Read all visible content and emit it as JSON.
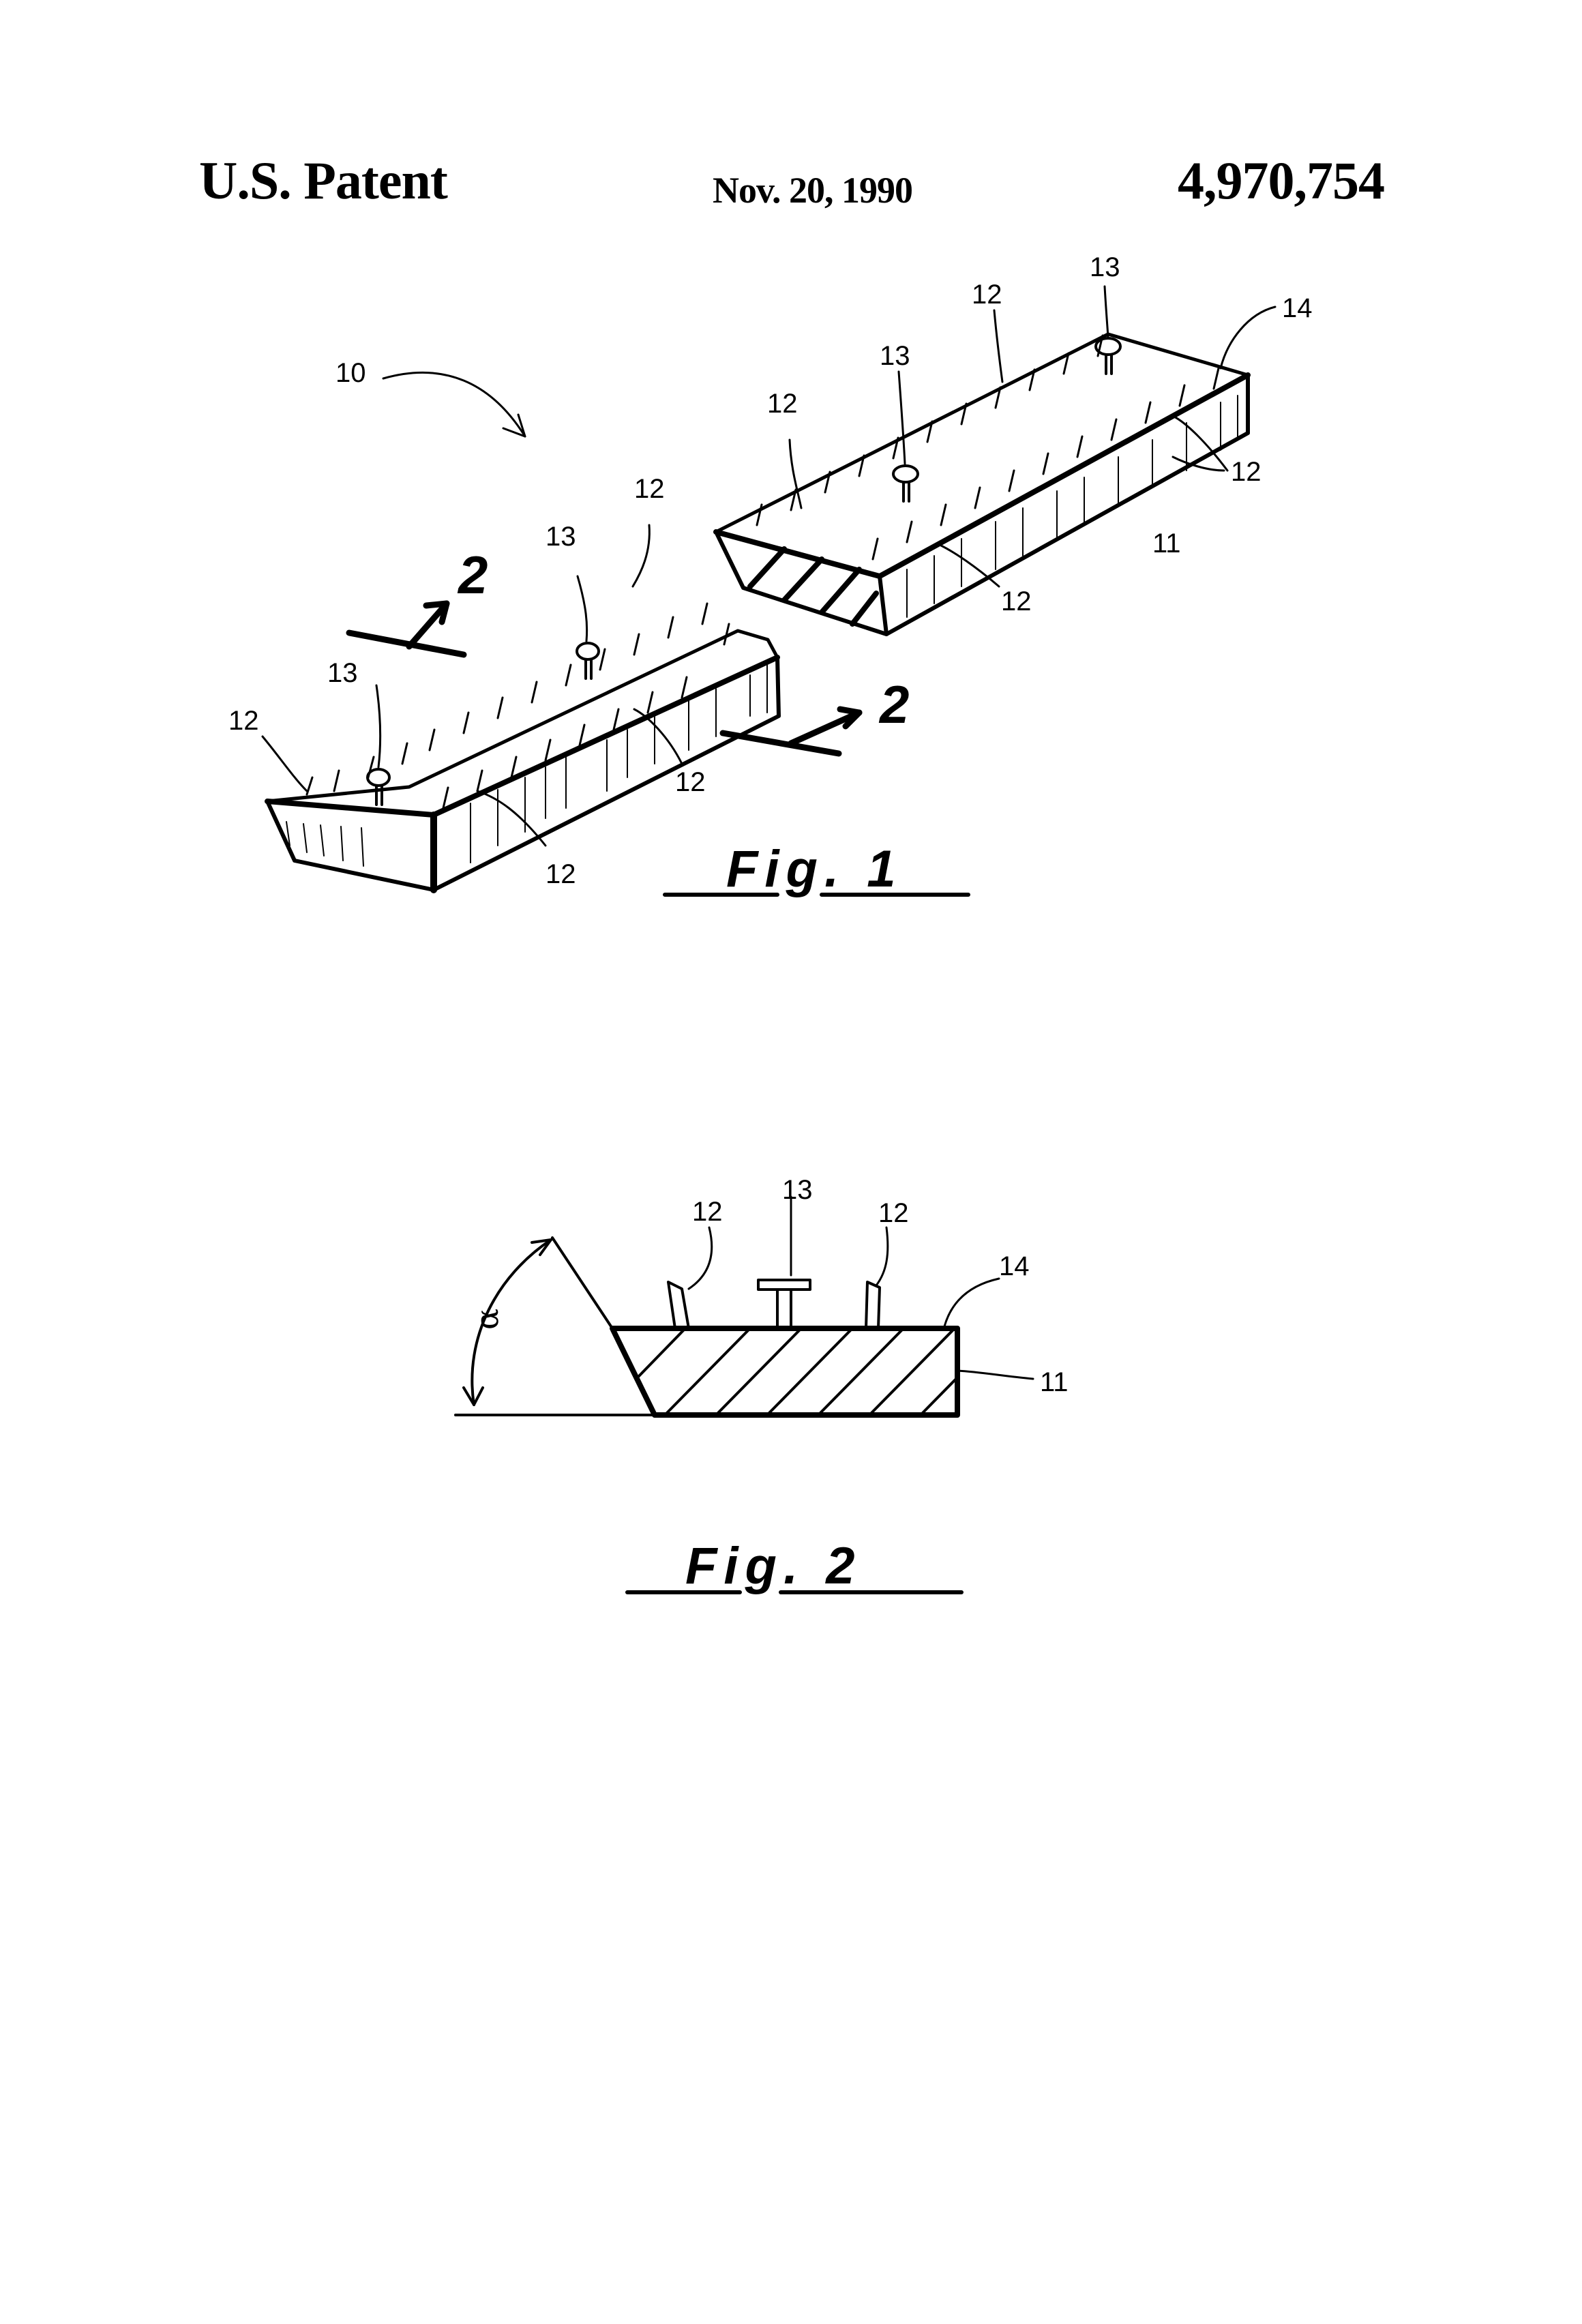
{
  "header": {
    "title": "U.S. Patent",
    "date": "Nov. 20, 1990",
    "number": "4,970,754"
  },
  "figure1": {
    "caption": "Fig. 1",
    "ref_assembly": "10",
    "ref_base": "11",
    "ref_spike": "12",
    "ref_screw": "13",
    "ref_surface": "14",
    "section_marker": "2"
  },
  "figure2": {
    "caption": "Fig. 2",
    "ref_base": "11",
    "ref_spike": "12",
    "ref_screw": "13",
    "ref_surface": "14",
    "angle_symbol": "α"
  }
}
